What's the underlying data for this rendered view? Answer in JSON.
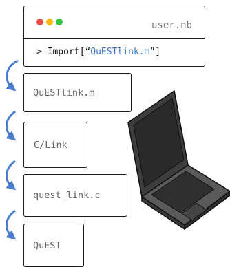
{
  "notebook": {
    "title": "user.nb",
    "command_prefix": "> Import[“",
    "command_arg": "QuESTlink.m",
    "command_suffix": "”]",
    "dot_colors": [
      "#ee4b43",
      "#f5b700",
      "#35c241"
    ]
  },
  "layers": [
    {
      "label": "QuESTlink.m"
    },
    {
      "label": "C/Link"
    },
    {
      "label": "quest_link.c"
    },
    {
      "label": "QuEST"
    }
  ],
  "arrow_color": "#4a7ecf"
}
